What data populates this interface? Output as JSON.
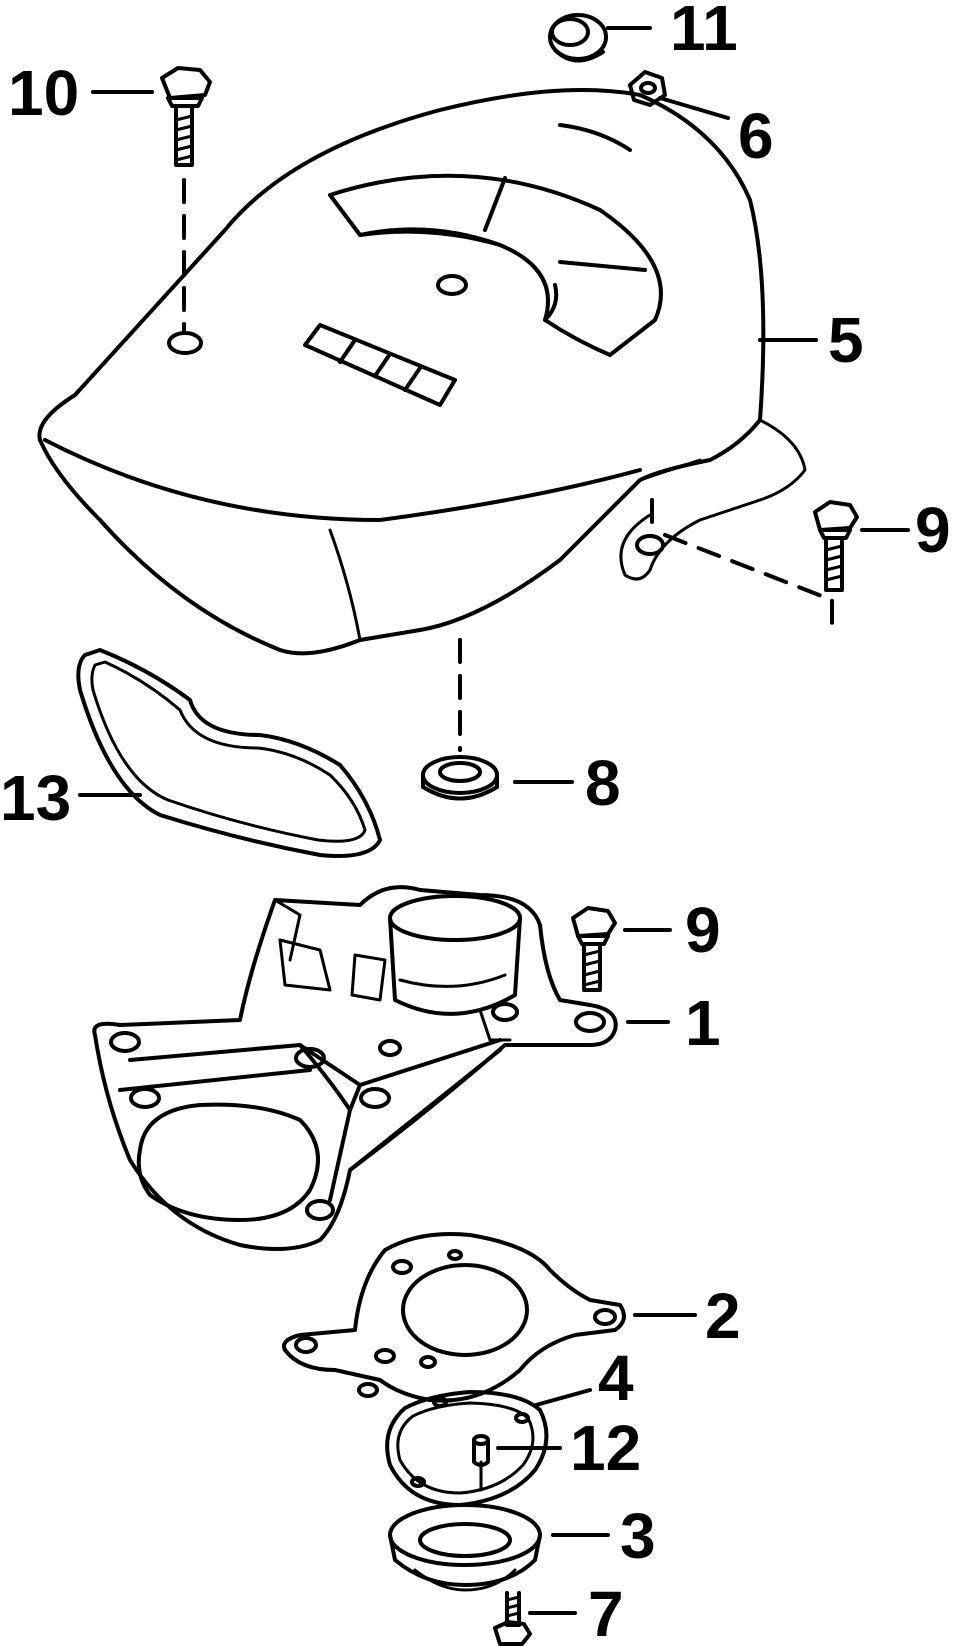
{
  "colors": {
    "line": "#000000",
    "background": "#ffffff"
  },
  "callouts": {
    "c1": "1",
    "c2": "2",
    "c3": "3",
    "c4": "4",
    "c5": "5",
    "c6": "6",
    "c7": "7",
    "c8": "8",
    "c9a": "9",
    "c9b": "9",
    "c10": "10",
    "c11": "11",
    "c12": "12",
    "c13": "13"
  }
}
